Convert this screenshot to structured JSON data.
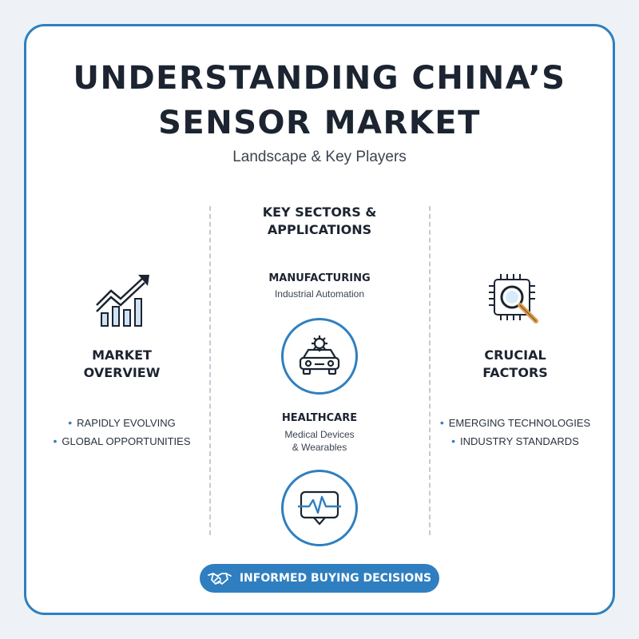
{
  "title": {
    "line1": "UNDERSTANDING CHINA’S",
    "line2": "SENSOR MARKET",
    "subtitle": "Landscape & Key Players"
  },
  "left": {
    "icon": "growth-chart-icon",
    "heading_line1": "MARKET",
    "heading_line2": "OVERVIEW",
    "bullets": [
      "RAPIDLY EVOLVING",
      "GLOBAL OPPORTUNITIES"
    ]
  },
  "middle": {
    "heading_line1": "KEY SECTORS &",
    "heading_line2": "APPLICATIONS",
    "sectors": [
      {
        "name": "MANUFACTURING",
        "desc_line1": "Industrial Automation",
        "desc_line2": "",
        "icon": "car-gear-icon"
      },
      {
        "name": "HEALTHCARE",
        "desc_line1": "Medical Devices",
        "desc_line2": "& Wearables",
        "icon": "heartbeat-monitor-icon"
      }
    ]
  },
  "right": {
    "icon": "chip-magnifier-icon",
    "heading_line1": "CRUCIAL",
    "heading_line2": "FACTORS",
    "bullets": [
      "EMERGING TECHNOLOGIES",
      "INDUSTRY STANDARDS"
    ]
  },
  "cta": {
    "label": "INFORMED BUYING DECISIONS",
    "icon": "handshake-icon"
  },
  "colors": {
    "accent": "#2f7fc0",
    "text": "#1b2430",
    "background": "#eef2f7"
  }
}
